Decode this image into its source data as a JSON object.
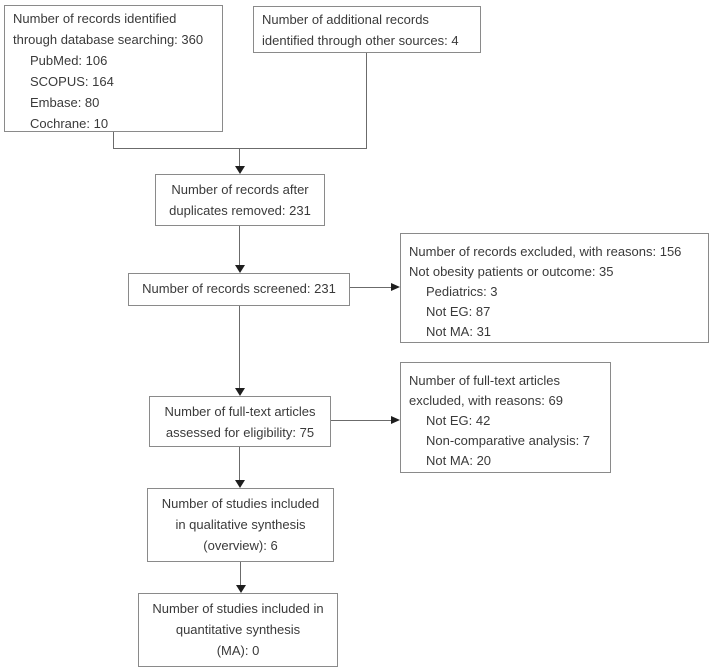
{
  "diagram": {
    "type": "prisma-flowchart",
    "colors": {
      "border": "#8a8a8a",
      "text": "#3a3a3a",
      "line": "#6b6b6b",
      "arrowhead": "#1e1e1e",
      "background": "#ffffff"
    },
    "boxes": {
      "identified": {
        "lines": [
          {
            "text": "Number of records identified",
            "indent": false
          },
          {
            "text": "through database searching: 360",
            "indent": false
          },
          {
            "text": "PubMed: 106",
            "indent": true
          },
          {
            "text": "SCOPUS: 164",
            "indent": true
          },
          {
            "text": "Embase: 80",
            "indent": true
          },
          {
            "text": "Cochrane: 10",
            "indent": true
          }
        ]
      },
      "additional": {
        "lines": [
          {
            "text": "Number of additional records",
            "indent": false
          },
          {
            "text": "identified through other sources: 4",
            "indent": false
          }
        ]
      },
      "duplicates_removed": {
        "lines": [
          {
            "text": "Number of records after",
            "indent": false
          },
          {
            "text": "duplicates removed: 231",
            "indent": false
          }
        ]
      },
      "screened": {
        "lines": [
          {
            "text": "Number of records screened: 231",
            "indent": false
          }
        ]
      },
      "records_excluded": {
        "lines": [
          {
            "text": "Number of records excluded, with reasons: 156",
            "indent": false
          },
          {
            "text": "Not obesity patients or outcome: 35",
            "indent": false
          },
          {
            "text": "Pediatrics: 3",
            "indent": true
          },
          {
            "text": "Not EG: 87",
            "indent": true
          },
          {
            "text": "Not MA: 31",
            "indent": true
          }
        ]
      },
      "fulltext_assessed": {
        "lines": [
          {
            "text": "Number of full-text articles",
            "indent": false
          },
          {
            "text": "assessed for eligibility: 75",
            "indent": false
          }
        ]
      },
      "fulltext_excluded": {
        "lines": [
          {
            "text": "Number of full-text articles",
            "indent": false
          },
          {
            "text": "excluded, with reasons: 69",
            "indent": false
          },
          {
            "text": "Not EG: 42",
            "indent": true
          },
          {
            "text": "Non-comparative analysis: 7",
            "indent": true
          },
          {
            "text": "Not MA: 20",
            "indent": true
          }
        ]
      },
      "qualitative": {
        "lines": [
          {
            "text": "Number of studies included",
            "indent": false
          },
          {
            "text": "in qualitative synthesis",
            "indent": false
          },
          {
            "text": "(overview): 6",
            "indent": false
          }
        ]
      },
      "quantitative": {
        "lines": [
          {
            "text": "Number of studies included in",
            "indent": false
          },
          {
            "text": "quantitative synthesis",
            "indent": false
          },
          {
            "text": "(MA): 0",
            "indent": false
          }
        ]
      }
    }
  }
}
